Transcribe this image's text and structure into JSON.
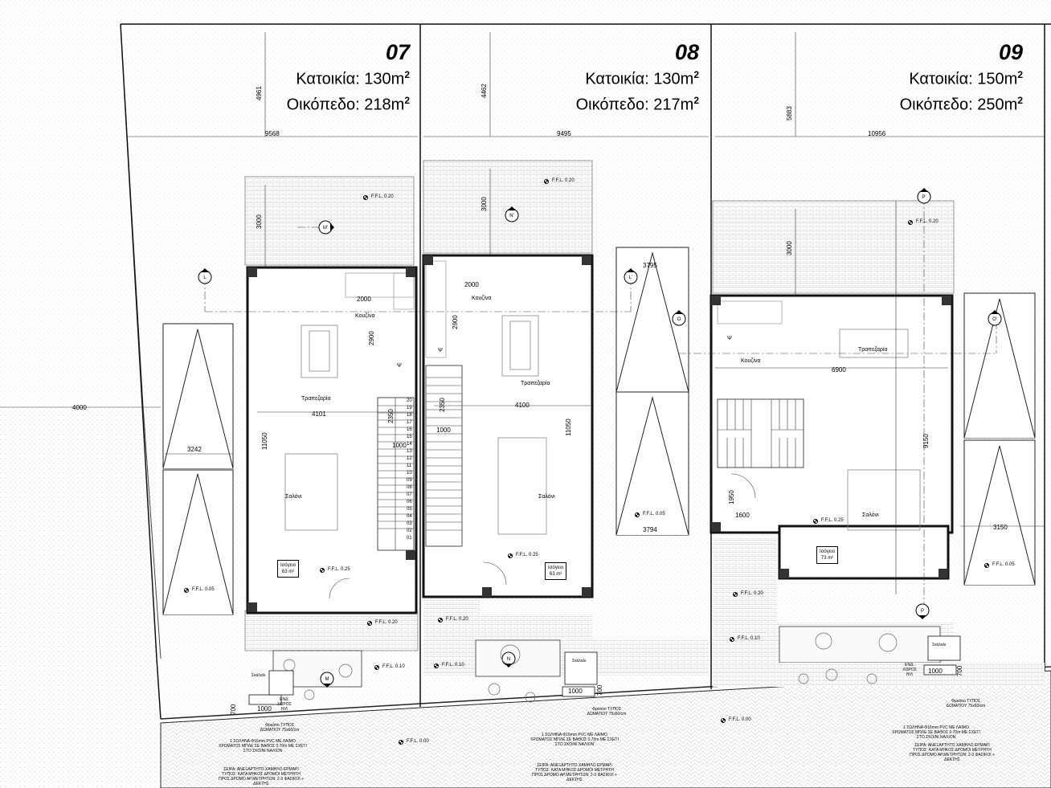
{
  "units": [
    {
      "number": "07",
      "house_label": "Κατοικία:",
      "house_area": "130m",
      "plot_label": "Οικόπεδο:",
      "plot_area": "218m",
      "sup": "2"
    },
    {
      "number": "08",
      "house_label": "Κατοικία:",
      "house_area": "130m",
      "plot_label": "Οικόπεδο:",
      "plot_area": "217m",
      "sup": "2"
    },
    {
      "number": "09",
      "house_label": "Κατοικία:",
      "house_area": "150m",
      "plot_label": "Οικόπεδο:",
      "plot_area": "250m",
      "sup": "2"
    }
  ],
  "rooms": {
    "kitchen": "Κουζίνα",
    "dining": "Τραπεζαρία",
    "living": "Σαλόνι",
    "ground_floor": "Ισόγειο",
    "area_63": "63 m²",
    "area_73": "73 m²",
    "w": "Ψ",
    "steps": "Σκάλαλι"
  },
  "dimensions": {
    "d9568": "9568",
    "d9495": "9495",
    "d10956": "10956",
    "d4961": "4961",
    "d4462": "4462",
    "d5883": "5883",
    "d3000": "3000",
    "d2000": "2000",
    "d2900": "2900",
    "d4101": "4101",
    "d4100": "4100",
    "d6900": "6900",
    "d11050": "11050",
    "d9150": "9150",
    "d2350": "2350",
    "d1000": "1000",
    "d3242": "3242",
    "d4000": "4000",
    "d3795": "3795",
    "d3794": "3794",
    "d3150": "3150",
    "d1600": "1600",
    "d1950": "1950",
    "d700": "700"
  },
  "levels": {
    "ffl_020": "F.F.L. 0.20",
    "ffl_025": "F.F.L. 0.25",
    "ffl_005": "F.F.L. 0.05",
    "ffl_010": "F.F.L. 0.10",
    "ffl_000": "F.F.L. 0.00"
  },
  "markers": [
    "L",
    "L'",
    "M'",
    "M",
    "N'",
    "N",
    "O",
    "O'",
    "P",
    "P'"
  ],
  "stair_numbers_07": [
    "20",
    "19",
    "18",
    "17",
    "16",
    "15",
    "14",
    "13",
    "12",
    "11",
    "10",
    "09",
    "08",
    "07",
    "06",
    "05",
    "04",
    "03",
    "02",
    "01"
  ],
  "notes": {
    "station": "ΕΝΔ. ΧΩΡΟΣ Η/Λ",
    "meter": "ΣΕΙΡΑ: ΑΝΕΞΑΡΤΗΤΟ ΧΑΜΗΛΟ ΕΡΜΑΡΙ ΤΥΠΟΣ: ΚΑΤΑ ΜΗΚΟΣ ΔΡΟΜΟΙ ΜΕΤΡΗΤΗ ΠΡΟΣ ΔΡΟΜΟ ΑΡ.ΜΕΤΡΗΤΩΝ: 2-3 ΦΑΣΙΚΟΙ + ΔΕΚΤΗΣ",
    "pipe": "1 ΣΩΛΗΝΑ Φ16mm PVC ΜΕ ΛΑΙΜΟ ΧΡΩΜΑΤΟΣ ΜΠΛΕ ΣΕ ΒΑΘΟΣ 0.70m ΜΕ ΣΧΕΤΙ ΣΤΟ ΣΚΟΙΝΙ ΝΑΛΙΟΝ",
    "cabinet": "Φρεάτιο ΤΥΠΟΣ ΔΩΜΑΤΙΟΥ 75x60/cm"
  }
}
